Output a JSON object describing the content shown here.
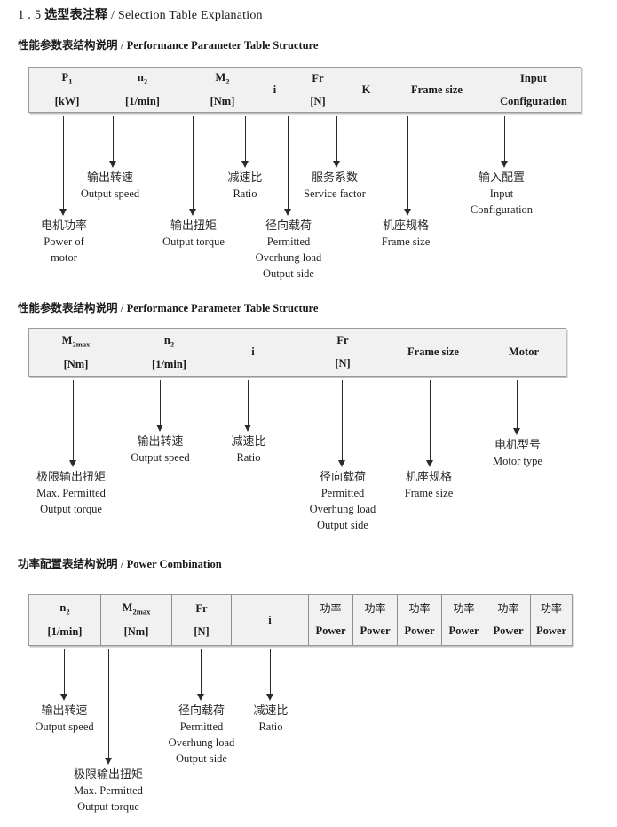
{
  "document": {
    "section_number": "1 . 5",
    "title_cn": "选型表注释",
    "title_sep": "/",
    "title_en": "Selection Table Explanation"
  },
  "sections": [
    {
      "heading_cn": "性能参数表结构说明",
      "heading_sep": "/",
      "heading_en": "Performance Parameter Table Structure",
      "columns": [
        {
          "sym": "P",
          "sub": "1",
          "unit": "[kW]"
        },
        {
          "sym": "n",
          "sub": "2",
          "unit": "[1/min]"
        },
        {
          "sym": "M",
          "sub": "2",
          "unit": "[Nm]"
        },
        {
          "sym": "i",
          "sub": "",
          "unit": ""
        },
        {
          "sym": "Fr",
          "sub": "",
          "unit": "[N]"
        },
        {
          "sym": "K",
          "sub": "",
          "unit": ""
        },
        {
          "sym": "Frame size",
          "sub": "",
          "unit": ""
        },
        {
          "sym": "Input",
          "sub": "",
          "unit": "Configuration"
        }
      ],
      "callouts": [
        {
          "cn": "电机功率",
          "en": [
            "Power of",
            "motor"
          ]
        },
        {
          "cn": "输出转速",
          "en": [
            "Output speed"
          ]
        },
        {
          "cn": "输出扭矩",
          "en": [
            "Output torque"
          ]
        },
        {
          "cn": "减速比",
          "en": [
            "Ratio"
          ]
        },
        {
          "cn": "径向载荷",
          "en": [
            "Permitted",
            "Overhung load",
            "Output side"
          ]
        },
        {
          "cn": "服务系数",
          "en": [
            "Service factor"
          ]
        },
        {
          "cn": "机座规格",
          "en": [
            "Frame size"
          ]
        },
        {
          "cn": "输入配置",
          "en": [
            "Input",
            "Configuration"
          ]
        }
      ]
    },
    {
      "heading_cn": "性能参数表结构说明",
      "heading_sep": "/",
      "heading_en": "Performance Parameter Table Structure",
      "columns": [
        {
          "sym": "M",
          "sub": "2max",
          "unit": "[Nm]"
        },
        {
          "sym": "n",
          "sub": "2",
          "unit": "[1/min]"
        },
        {
          "sym": "i",
          "sub": "",
          "unit": ""
        },
        {
          "sym": "Fr",
          "sub": "",
          "unit": "[N]"
        },
        {
          "sym": "Frame size",
          "sub": "",
          "unit": ""
        },
        {
          "sym": "Motor",
          "sub": "",
          "unit": ""
        }
      ],
      "callouts": [
        {
          "cn": "极限输出扭矩",
          "en": [
            "Max. Permitted",
            "Output  torque"
          ]
        },
        {
          "cn": "输出转速",
          "en": [
            "Output speed"
          ]
        },
        {
          "cn": "减速比",
          "en": [
            "Ratio"
          ]
        },
        {
          "cn": "径向载荷",
          "en": [
            "Permitted",
            "Overhung load",
            "Output side"
          ]
        },
        {
          "cn": "机座规格",
          "en": [
            "Frame size"
          ]
        },
        {
          "cn": "电机型号",
          "en": [
            "Motor type"
          ]
        }
      ]
    },
    {
      "heading_cn": "功率配置表结构说明",
      "heading_sep": "/",
      "heading_en": "Power Combination",
      "columns": [
        {
          "sym": "n",
          "sub": "2",
          "unit": "[1/min]"
        },
        {
          "sym": "M",
          "sub": "2max",
          "unit": "[Nm]"
        },
        {
          "sym": "Fr",
          "sub": "",
          "unit": "[N]"
        },
        {
          "sym": "i",
          "sub": "",
          "unit": ""
        },
        {
          "sym": "功率",
          "sub": "",
          "unit": "Power"
        },
        {
          "sym": "功率",
          "sub": "",
          "unit": "Power"
        },
        {
          "sym": "功率",
          "sub": "",
          "unit": "Power"
        },
        {
          "sym": "功率",
          "sub": "",
          "unit": "Power"
        },
        {
          "sym": "功率",
          "sub": "",
          "unit": "Power"
        },
        {
          "sym": "功率",
          "sub": "",
          "unit": "Power"
        }
      ],
      "callouts": [
        {
          "cn": "输出转速",
          "en": [
            "Output speed"
          ]
        },
        {
          "cn": "极限输出扭矩",
          "en": [
            "Max. Permitted",
            "Output  torque"
          ]
        },
        {
          "cn": "径向载荷",
          "en": [
            "Permitted",
            "Overhung load",
            "Output side"
          ]
        },
        {
          "cn": "减速比",
          "en": [
            "Ratio"
          ]
        }
      ]
    }
  ],
  "colors": {
    "table_fill": "#f1f1f1",
    "table_border": "#9a9a9a",
    "arrow": "#2b2b2b",
    "text": "#1a1a1a"
  }
}
